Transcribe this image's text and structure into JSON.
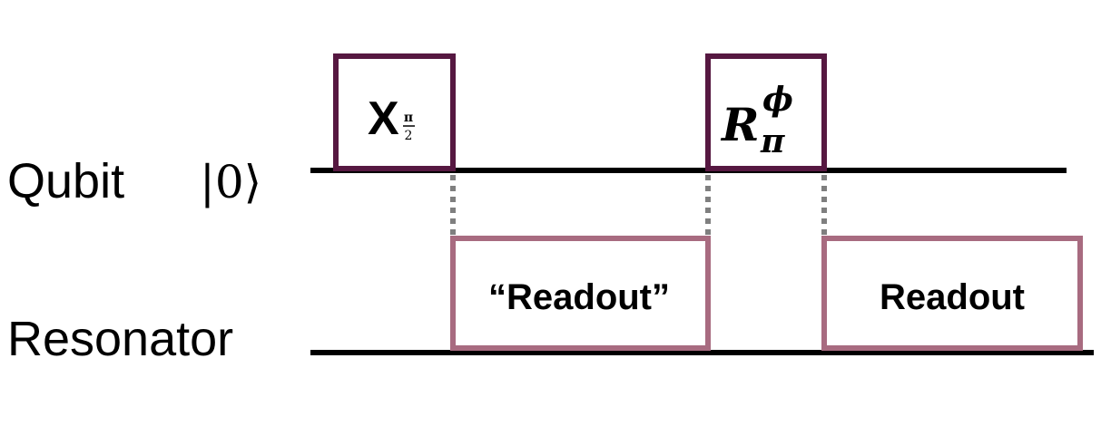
{
  "rows": {
    "qubit": {
      "label": "Qubit",
      "state": "|0⟩"
    },
    "resonator": {
      "label": "Resonator"
    }
  },
  "pulses": {
    "x_half_pi": {
      "base": "X",
      "num": "π",
      "den": "2"
    },
    "r_pi_phi": {
      "base": "R",
      "sub": "π",
      "sup": "ϕ"
    },
    "readout_quoted": {
      "label": "“Readout”"
    },
    "readout": {
      "label": "Readout"
    }
  },
  "colors": {
    "qubit_pulse": "#561841",
    "resonator_pulse": "#a86b80",
    "line": "#000000",
    "connector": "#7f7f7f"
  }
}
